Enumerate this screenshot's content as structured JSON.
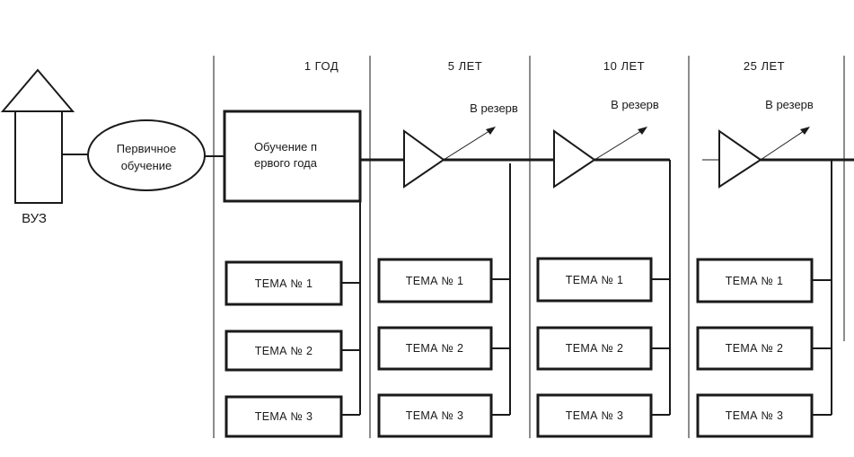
{
  "university": {
    "label": "ВУЗ"
  },
  "primary_training": {
    "line1": "Первичное",
    "line2": "обучение"
  },
  "first_year_training": {
    "line1": "Обучение п",
    "line2": "ервого года"
  },
  "periods": [
    {
      "header": "1 ГОД"
    },
    {
      "header": "5 ЛЕТ",
      "reserve": "В резерв"
    },
    {
      "header": "10 ЛЕТ",
      "reserve": "В резерв"
    },
    {
      "header": "25 ЛЕТ",
      "reserve": "В резерв"
    }
  ],
  "topics": [
    "ТЕМА № 1",
    "ТЕМА № 2",
    "ТЕМА № 3"
  ]
}
